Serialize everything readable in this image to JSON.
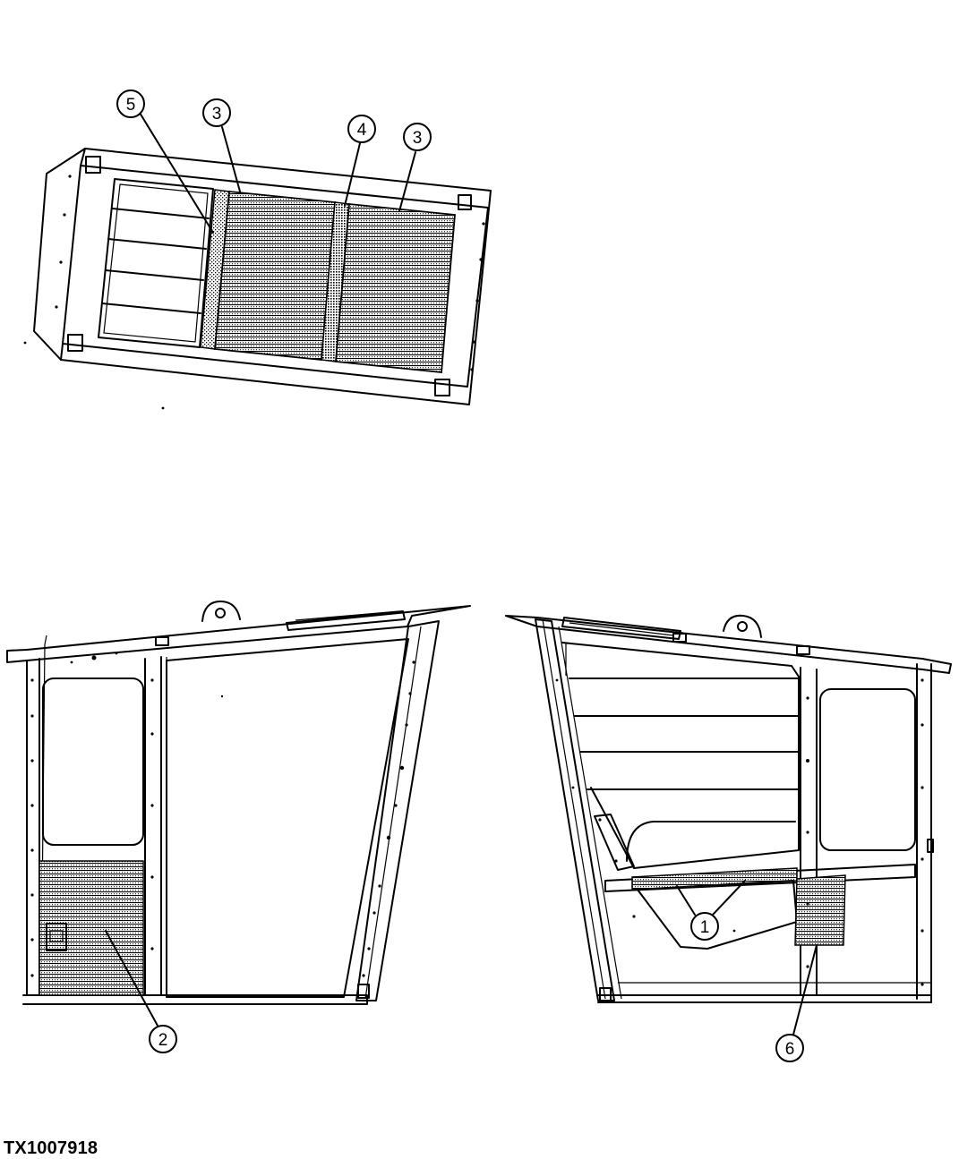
{
  "figure_id": "TX1007918",
  "callouts": {
    "c5": "5",
    "c3a": "3",
    "c4": "4",
    "c3b": "3",
    "c2": "2",
    "c1": "1",
    "c6": "6"
  }
}
